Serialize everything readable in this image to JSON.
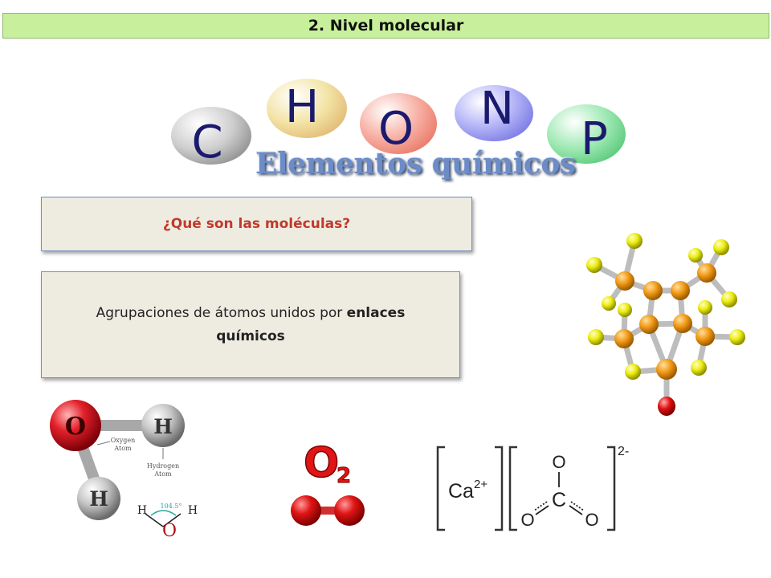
{
  "header": {
    "title": "2. Nivel molecular"
  },
  "elements_banner": {
    "letters": [
      "C",
      "H",
      "O",
      "N",
      "P"
    ],
    "title": "Elementos químicos"
  },
  "question": {
    "text": "¿Qué son las moléculas?"
  },
  "answer": {
    "text_start": "Agrupaciones de átomos unidos por ",
    "text_bold1": "enlaces",
    "text_bold2": "químicos"
  },
  "water_diagram": {
    "atom_o": "O",
    "atom_h1": "H",
    "atom_h2": "H",
    "oxygen_label_1": "Oxygen",
    "oxygen_label_2": "Atom",
    "hydrogen_label_1": "Hydrogen",
    "hydrogen_label_2": "Atom",
    "angle": "104.5°",
    "mini_h_left": "H",
    "mini_h_right": "H",
    "mini_o": "O"
  },
  "o2_diagram": {
    "symbol": "O",
    "subscript": "2"
  },
  "carbonate_diagram": {
    "cation": "Ca",
    "cation_charge": "2+",
    "atom_c": "C",
    "atom_o_top": "O",
    "atom_o_left": "O",
    "atom_o_right": "O",
    "anion_charge": "2-"
  },
  "colors": {
    "header_bg": "#c8f09c",
    "question_text": "#c0392b",
    "box_bg": "#eeece1",
    "letter_color": "#1a1a6e"
  }
}
